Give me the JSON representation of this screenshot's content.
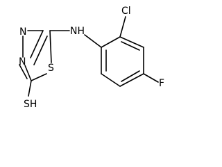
{
  "molecule": {
    "atom_labels": {
      "n3": "N",
      "n4": "N",
      "s1": "S",
      "sh": "SH",
      "nh": "NH",
      "cl": "Cl",
      "f": "F"
    },
    "colors": {
      "bond": "#000000",
      "text": "#000000",
      "background": "#ffffff"
    }
  }
}
